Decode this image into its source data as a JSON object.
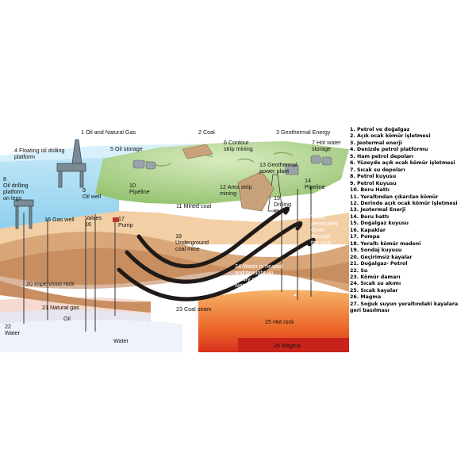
{
  "diagram": {
    "labels": [
      {
        "id": "l1",
        "text": "1 Oil and Natural Gas"
      },
      {
        "id": "l2",
        "text": "2 Coal"
      },
      {
        "id": "l3",
        "text": "3 Geothermal Energy"
      },
      {
        "id": "l4",
        "text": "4 Floating oil drilling\nplatform"
      },
      {
        "id": "l5",
        "text": "5 Oil storage"
      },
      {
        "id": "l6",
        "text": "6 Contour\nstrip mining"
      },
      {
        "id": "l7",
        "text": "7 Hot water\nstorage"
      },
      {
        "id": "l8",
        "text": "8\nOil drilling\nplatform\non legs"
      },
      {
        "id": "l9",
        "text": "9\nOil well"
      },
      {
        "id": "l10",
        "text": "10\nPipeline"
      },
      {
        "id": "l11",
        "text": "11 Mined coal"
      },
      {
        "id": "l12",
        "text": "12 Area strip\nmining"
      },
      {
        "id": "l13",
        "text": "13 Geothermal\npower plant"
      },
      {
        "id": "l14",
        "text": "14\nPipeline"
      },
      {
        "id": "l15",
        "text": "15 Gas well"
      },
      {
        "id": "l16",
        "text": "Valves\n16"
      },
      {
        "id": "l17",
        "text": "17\nPump"
      },
      {
        "id": "l18",
        "text": "18\nUnderground\ncoal mine"
      },
      {
        "id": "l19",
        "text": "19\nDrilling\ntower"
      },
      {
        "id": "l20",
        "text": "20 Impervious rock"
      },
      {
        "id": "l21",
        "text": "21 Natural gas"
      },
      {
        "id": "l22",
        "text": "22\nWater"
      },
      {
        "id": "l23",
        "text": "23 Coal seam"
      },
      {
        "id": "l24",
        "text": "24 Water is heated\nand brought up\nas dry steam or\nwet steam"
      },
      {
        "id": "l25",
        "text": "25 Hot rock"
      },
      {
        "id": "l26",
        "text": "26 Magma"
      },
      {
        "id": "l27",
        "text": "27\nWater\npenetrates\ndown\nthrough\nthe rock"
      },
      {
        "id": "loil",
        "text": "Oil"
      },
      {
        "id": "lwater2",
        "text": "Water"
      }
    ]
  },
  "legend": [
    {
      "num": "1.",
      "text": "Petrol ve doğalgaz"
    },
    {
      "num": "2.",
      "text": "Açık ocak kömür işletmesi"
    },
    {
      "num": "3.",
      "text": "Jeotermal enerji"
    },
    {
      "num": "4.",
      "text": "Denizde petrol platformu"
    },
    {
      "num": "5.",
      "text": "Ham petrol depoları"
    },
    {
      "num": "6.",
      "text": "Yüzeyde açık ocak kömür işletmesi"
    },
    {
      "num": "7.",
      "text": "Sıcak su depoları"
    },
    {
      "num": "8.",
      "text": "Petrol kuyusu"
    },
    {
      "num": "9.",
      "text": "Petrol Kuyusu"
    },
    {
      "num": "10.",
      "text": "Boru Hattı"
    },
    {
      "num": "11.",
      "text": "Yeraltından çıkarılan kömür"
    },
    {
      "num": "12.",
      "text": "Derinde açık ocak kömür işletmesi"
    },
    {
      "num": "13.",
      "text": "Jeotermal Enerji"
    },
    {
      "num": "14.",
      "text": "Boru hattı"
    },
    {
      "num": "15.",
      "text": "Doğalgaz kuyusu"
    },
    {
      "num": "16.",
      "text": "Kapaklar"
    },
    {
      "num": "17.",
      "text": "Pompa"
    },
    {
      "num": "18.",
      "text": "Yeraltı kömür madeni"
    },
    {
      "num": "19.",
      "text": "Sondaj kuyusu"
    },
    {
      "num": "20.",
      "text": "Geçirimsiz kayalar"
    },
    {
      "num": "21.",
      "text": "Doğalgaz- Petrol"
    },
    {
      "num": "22.",
      "text": "Su"
    },
    {
      "num": "23.",
      "text": "Kömür damarı"
    },
    {
      "num": "24.",
      "text": "Sıcak su akımı"
    },
    {
      "num": "25.",
      "text": "Sıcak kayalar"
    },
    {
      "num": "26.",
      "text": "Magma"
    },
    {
      "num": "27.",
      "text": "Soğuk suyun yeraltındaki kayalara\n    geri basılması"
    }
  ]
}
